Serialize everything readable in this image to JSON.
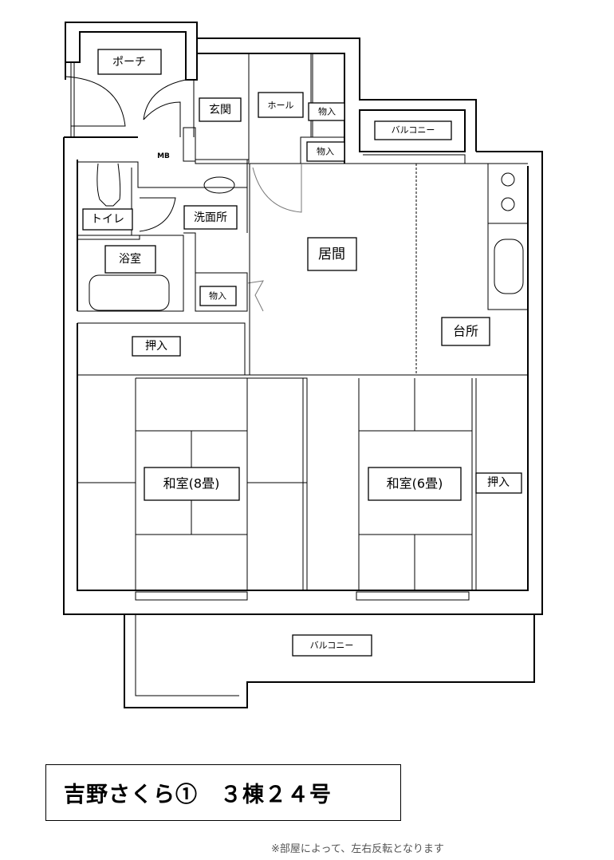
{
  "floor_plan": {
    "rooms": {
      "porch": "ポーチ",
      "entrance": "玄関",
      "hall": "ホール",
      "storage_hall_1": "物入",
      "storage_hall_2": "物入",
      "meter_box": "MB",
      "toilet": "トイレ",
      "washroom": "洗面所",
      "bathroom": "浴室",
      "storage_wash": "物入",
      "living": "居間",
      "kitchen": "台所",
      "closet_top": "押入",
      "washitsu_8": "和室(8畳)",
      "washitsu_6": "和室(6畳)",
      "closet_right": "押入",
      "balcony_top": "バルコニー",
      "balcony_bottom": "バルコニー"
    }
  },
  "title": "吉野さくら①　３棟２４号",
  "note": "※部屋によって、左右反転となります"
}
